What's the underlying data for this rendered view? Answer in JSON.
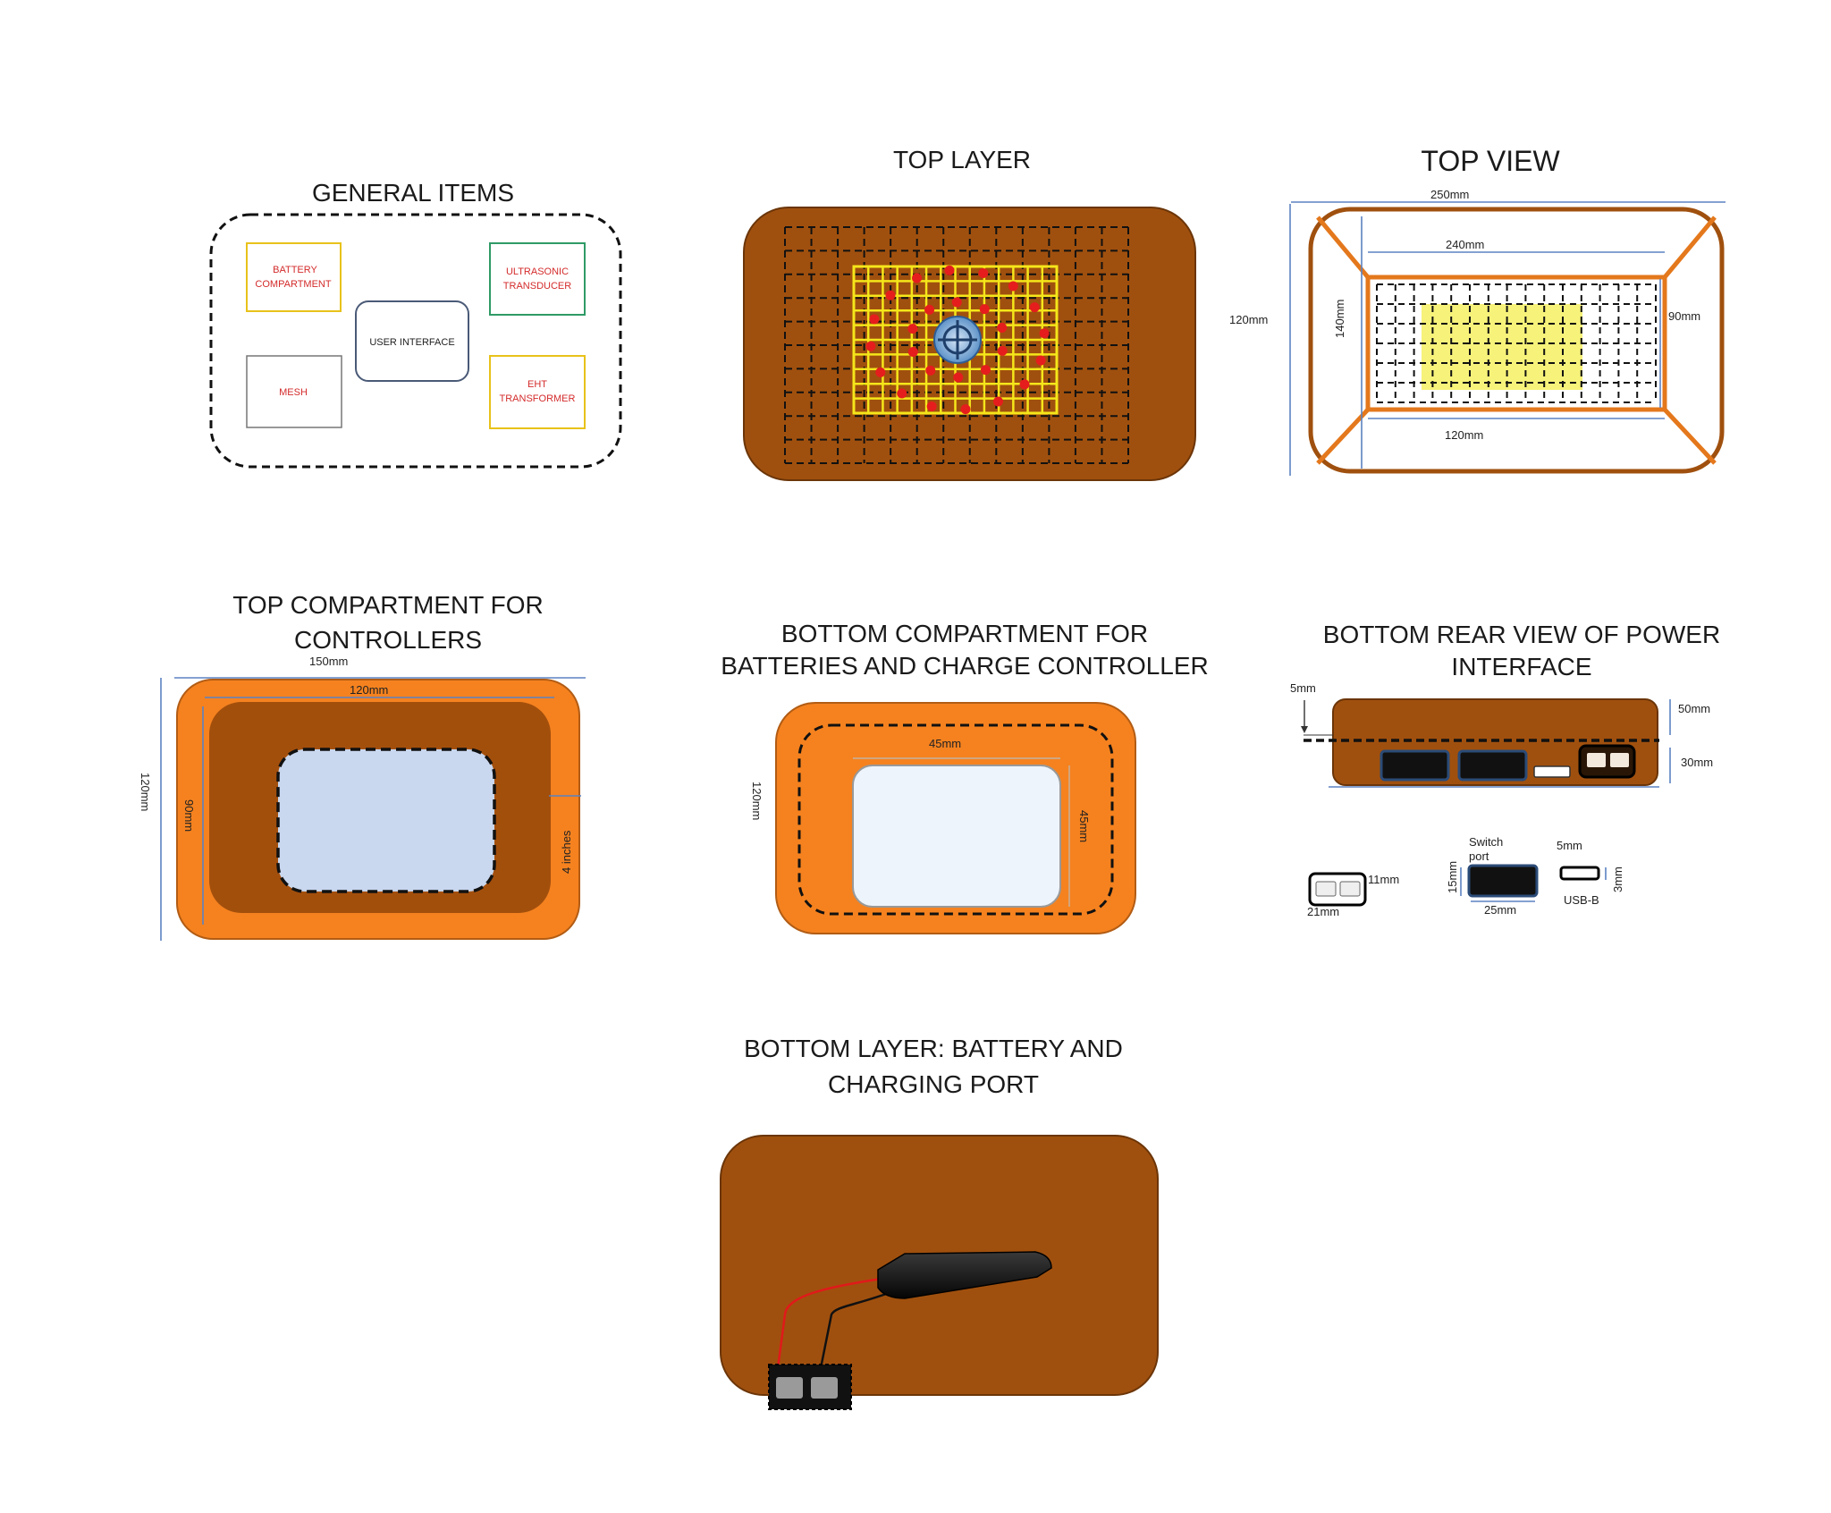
{
  "general_items": {
    "title": "GENERAL ITEMS",
    "battery": [
      "BATTERY",
      "COMPARTMENT"
    ],
    "ultrasonic": [
      "ULTRASONIC",
      "TRANSDUCER"
    ],
    "user_interface": "USER INTERFACE",
    "mesh": "MESH",
    "eht": [
      "EHT",
      "TRANSFORMER"
    ]
  },
  "top_layer": {
    "title": "TOP LAYER"
  },
  "top_view": {
    "title": "TOP VIEW",
    "dim_width_outer": "250mm",
    "dim_width_inner": "240mm",
    "dim_height_outer": "120mm",
    "dim_height_inner": "140mm",
    "dim_right": "90mm",
    "dim_bottom": "120mm"
  },
  "top_compartment": {
    "title": [
      "TOP COMPARTMENT FOR",
      "CONTROLLERS"
    ],
    "dim_outer_w": "150mm",
    "dim_inner_w": "120mm",
    "dim_outer_h": "120mm",
    "dim_inner_h": "90mm",
    "dim_right": "4 inches"
  },
  "bottom_compartment": {
    "title": [
      "BOTTOM COMPARTMENT FOR",
      "BATTERIES AND CHARGE CONTROLLER"
    ],
    "dim_w": "45mm",
    "dim_h_left": "120mm",
    "dim_h_right": "45mm"
  },
  "rear_view": {
    "title": [
      "BOTTOM REAR VIEW OF POWER",
      "INTERFACE"
    ],
    "dim_top_left": "5mm",
    "dim_right_top": "50mm",
    "dim_right_bottom": "30mm",
    "port1_h": "11mm",
    "port1_w": "21mm",
    "switch_label": [
      "Switch",
      "port"
    ],
    "switch_h": "15mm",
    "switch_w": "25mm",
    "usb_w": "5mm",
    "usb_h": "3mm",
    "usb_label": "USB-B"
  },
  "bottom_layer": {
    "title": [
      "BOTTOM LAYER: BATTERY AND",
      "CHARGING PORT"
    ]
  },
  "colors": {
    "brown": "#a0500e",
    "orange": "#f5821f",
    "inner_brown": "#a34f0c",
    "yellow": "#f5e61a",
    "light_blue": "#c9d7ef",
    "dim_blue": "#5b82c2"
  }
}
